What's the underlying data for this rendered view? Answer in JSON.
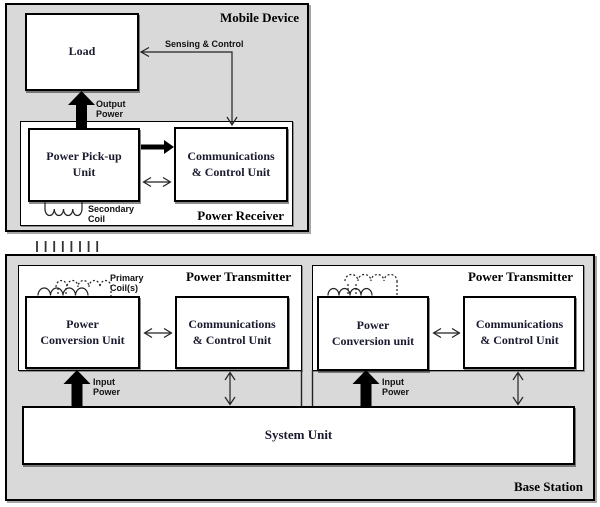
{
  "colors": {
    "panel_bg": "#d9d9d9",
    "box_bg": "#ffffff",
    "line": "#000000"
  },
  "mobile_device": {
    "title": "Mobile Device",
    "load_label": "Load",
    "sensing_control_label": "Sensing & Control",
    "output_power": {
      "line1": "Output",
      "line2": "Power"
    },
    "power_receiver": {
      "title": "Power Receiver",
      "pickup_unit": {
        "line1": "Power Pick-up",
        "line2": "Unit"
      },
      "control_unit": {
        "line1": "Communications",
        "line2": "& Control Unit"
      },
      "secondary_coil": {
        "line1": "Secondary",
        "line2": "Coil"
      }
    }
  },
  "base_station": {
    "title": "Base Station",
    "system_unit_label": "System Unit",
    "transmitter1": {
      "title": "Power Transmitter",
      "conversion_unit": {
        "line1": "Power",
        "line2": "Conversion Unit"
      },
      "control_unit": {
        "line1": "Communications",
        "line2": "& Control Unit"
      },
      "primary_coil": {
        "line1": "Primary",
        "line2": "Coil(s)"
      },
      "input_power": {
        "line1": "Input",
        "line2": "Power"
      }
    },
    "transmitter2": {
      "title": "Power Transmitter",
      "conversion_unit": {
        "line1": "Power",
        "line2": "Conversion unit"
      },
      "control_unit": {
        "line1": "Communications",
        "line2": "& Control Unit"
      },
      "input_power": {
        "line1": "Input",
        "line2": "Power"
      }
    }
  }
}
